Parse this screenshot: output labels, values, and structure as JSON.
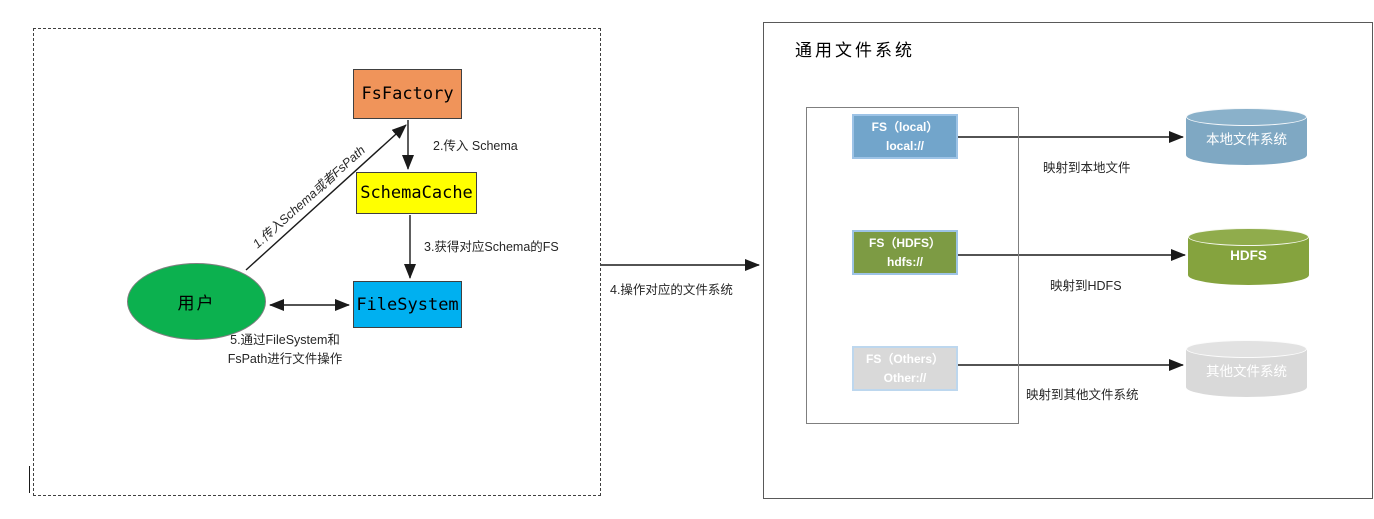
{
  "left_panel": {
    "nodes": {
      "fsfactory": "FsFactory",
      "schemacache": "SchemaCache",
      "filesystem": "FileSystem",
      "user": "用户"
    },
    "labels": {
      "step1": "1.传入Schema或者FsPath",
      "step2": "2.传入 Schema",
      "step3": "3.获得对应Schema的FS",
      "step5_line1": "5.通过FileSystem和",
      "step5_line2": "FsPath进行文件操作"
    }
  },
  "bridge": {
    "step4": "4.操作对应的文件系统"
  },
  "right_panel": {
    "title": "通用文件系统",
    "fs_boxes": [
      {
        "name": "FS（local）",
        "scheme": "local://"
      },
      {
        "name": "FS（HDFS）",
        "scheme": "hdfs://"
      },
      {
        "name": "FS（Others）",
        "scheme": "Other://"
      }
    ],
    "map_labels": [
      "映射到本地文件",
      "映射到HDFS",
      "映射到其他文件系统"
    ],
    "cylinders": [
      "本地文件系统",
      "HDFS",
      "其他文件系统"
    ]
  },
  "colors": {
    "fsfactory": "#F0945A",
    "schemacache": "#FFFF00",
    "filesystem": "#00B0F0",
    "user_ellipse": "#0CB14F",
    "fs_local": "#72A5CB",
    "fs_hdfs": "#7D9B44",
    "fs_others": "#D9D9D9",
    "cylinder_local": "#7FA8C3",
    "cylinder_hdfs": "#85A33E",
    "cylinder_others": "#D9D9D9",
    "fsbox_border": "#9DC3E6"
  }
}
